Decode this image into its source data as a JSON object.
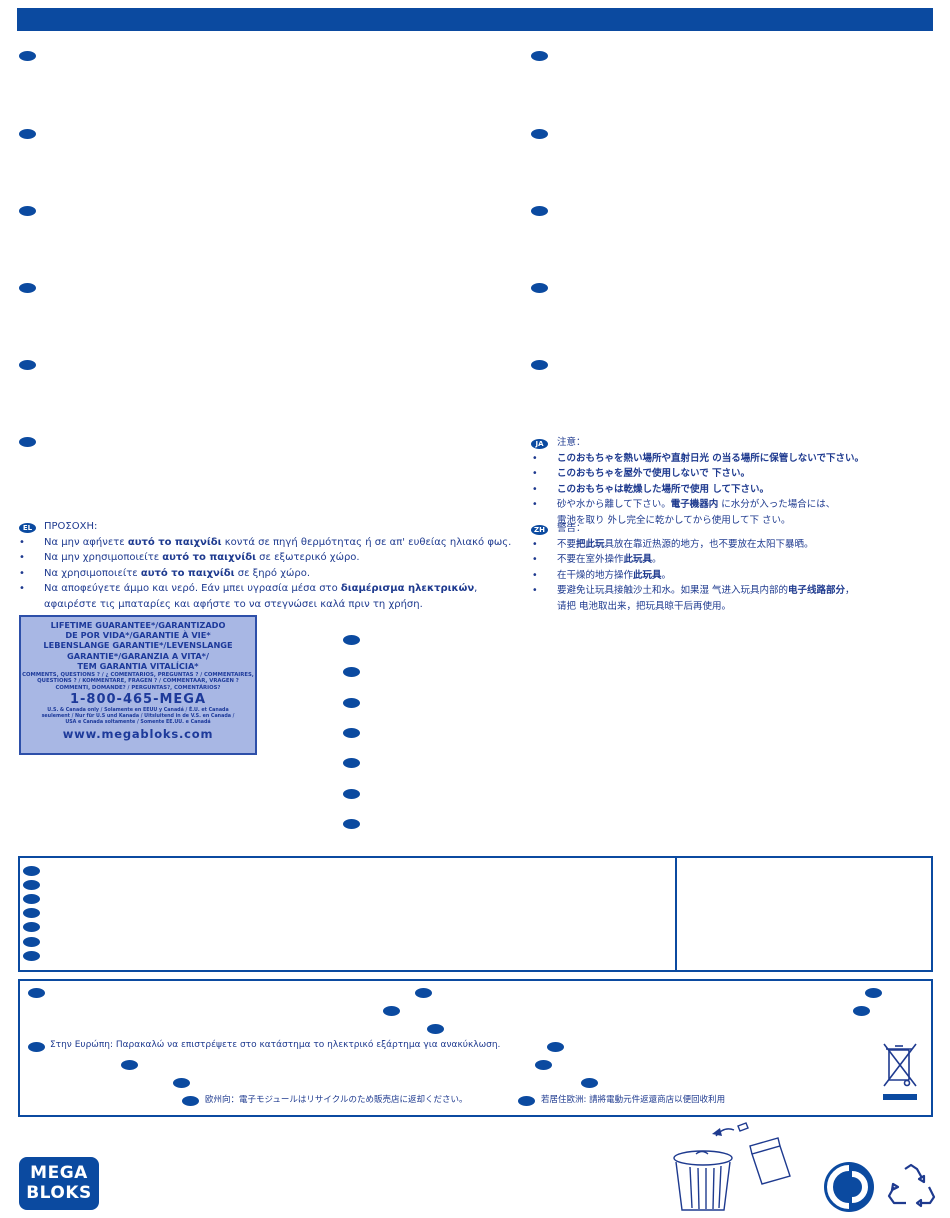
{
  "greek_warning": {
    "badge": "EL",
    "heading": "ΠΡΟΣΟΧΗ:",
    "bullet": "•",
    "items": [
      {
        "pre": "Να μην αφήνετε ",
        "bold": "αυτό το παιχνίδι",
        "post": " κοντά σε πηγή θερμότητας ή σε απ' ευθείας ηλιακό φως."
      },
      {
        "pre": "Να μην χρησιμοποιείτε ",
        "bold": "αυτό το παιχνίδι",
        "post": " σε εξωτερικό χώρο."
      },
      {
        "pre": "Να χρησιμοποιείτε ",
        "bold": "αυτό το παιχνίδι",
        "post": " σε ξηρό χώρο."
      },
      {
        "pre": "Να αποφεύγετε άμμο και νερό. Εάν μπει υγρασία μέσα στο ",
        "bold": "διαμέρισμα ηλεκτρικών",
        "post": ",",
        "line2": "αφαιρέστε τις μπαταρίες και αφήστε το να στεγνώσει καλά πριν τη χρήση."
      }
    ]
  },
  "japanese_warning": {
    "badge": "JA",
    "heading": "注意：",
    "bullet": "•",
    "items": [
      {
        "pre": "",
        "bold": "このおもちゃを熱い場所や直射日光 の当る場所に保管しないで下さい。",
        "post": ""
      },
      {
        "pre": "",
        "bold": "このおもちゃを屋外で使用しないで 下さい。",
        "post": ""
      },
      {
        "pre": "",
        "bold": "このおもちゃは乾燥した場所で使用 して下さい。",
        "post": ""
      },
      {
        "pre": "砂や水から離して下さい。",
        "bold": "電子機器内",
        "post": " に水分が入った場合には、",
        "line2": "電池を取り 外し完全に乾かしてから使用して下 さい。"
      }
    ]
  },
  "chinese_warning": {
    "badge": "ZH",
    "heading": "警告：",
    "bullet": "•",
    "items": [
      {
        "pre": "不要",
        "bold": "把此玩",
        "post": "具放在靠近热源的地方，也不要放在太阳下暴晒。"
      },
      {
        "pre": "不要在室外操作",
        "bold": "此玩具",
        "post": "。"
      },
      {
        "pre": "在干燥的地方操作",
        "bold": "此玩具",
        "post": "。"
      },
      {
        "pre": "要避免让玩具接触沙土和水。如果湿 气进入玩具内部的",
        "bold": "电子线路部分",
        "post": "，",
        "line2": "请把 电池取出来，把玩具晾干后再使用。"
      }
    ]
  },
  "guarantee": {
    "line1": "LIFETIME GUARANTEE*/GARANTIZADO",
    "line2": "DE POR VIDA*/GARANTIE À VIE*",
    "line3": "LEBENSLANGE GARANTIE*/LEVENSLANGE",
    "line4": "GARANTIE*/GARANZIA A VITA*/",
    "line5": "TEM GARANTIA VITALÍCIA*",
    "comments1": "COMMENTS, QUESTIONS ? / ¿ COMENTARIOS, PREGUNTAS ? / COMMENTAIRES,",
    "comments2": "QUESTIONS ? / KOMMENTARE, FRAGEN ? / COMMENTAAR, VRAGEN ?",
    "comments3": "COMMENTI, DOMANDE? / PERGUNTAS?, COMENTÁRIOS?",
    "phone": "1-800-465-MEGA",
    "region1": "U.S. & Canada only / Solamente en EEUU y Canadá / É.U. et Canada",
    "region2": "seulement / Nur für U.S und Kanada / Uitsluitend in de V.S. en Canada /",
    "region3": "USA e Canada soltamente / Somente EE.UU. e Canadá",
    "url": "www.megabloks.com"
  },
  "recycling": {
    "greek": "Στην Ευρώπη: Παρακαλώ να επιστρέψετε στο κατάστημα το ηλεκτρικό εξάρτημα για ανακύκλωση.",
    "japanese": "欧州向：電子モジュールはリサイクルのため販売店に返却ください。",
    "chinese": "若居住歐洲: 請將電動元件返還商店以便回收利用"
  },
  "brand": {
    "line1": "MEGA",
    "line2": "BLOKS"
  },
  "colors": {
    "primary": "#0b4aa0",
    "text": "#1e3a8f",
    "guarantee_bg": "#a8b7e4"
  },
  "icons": [
    "crossed-out-bin-icon",
    "trash-can-recycle-icon",
    "green-dot-icon",
    "recycle-triangle-icon"
  ]
}
